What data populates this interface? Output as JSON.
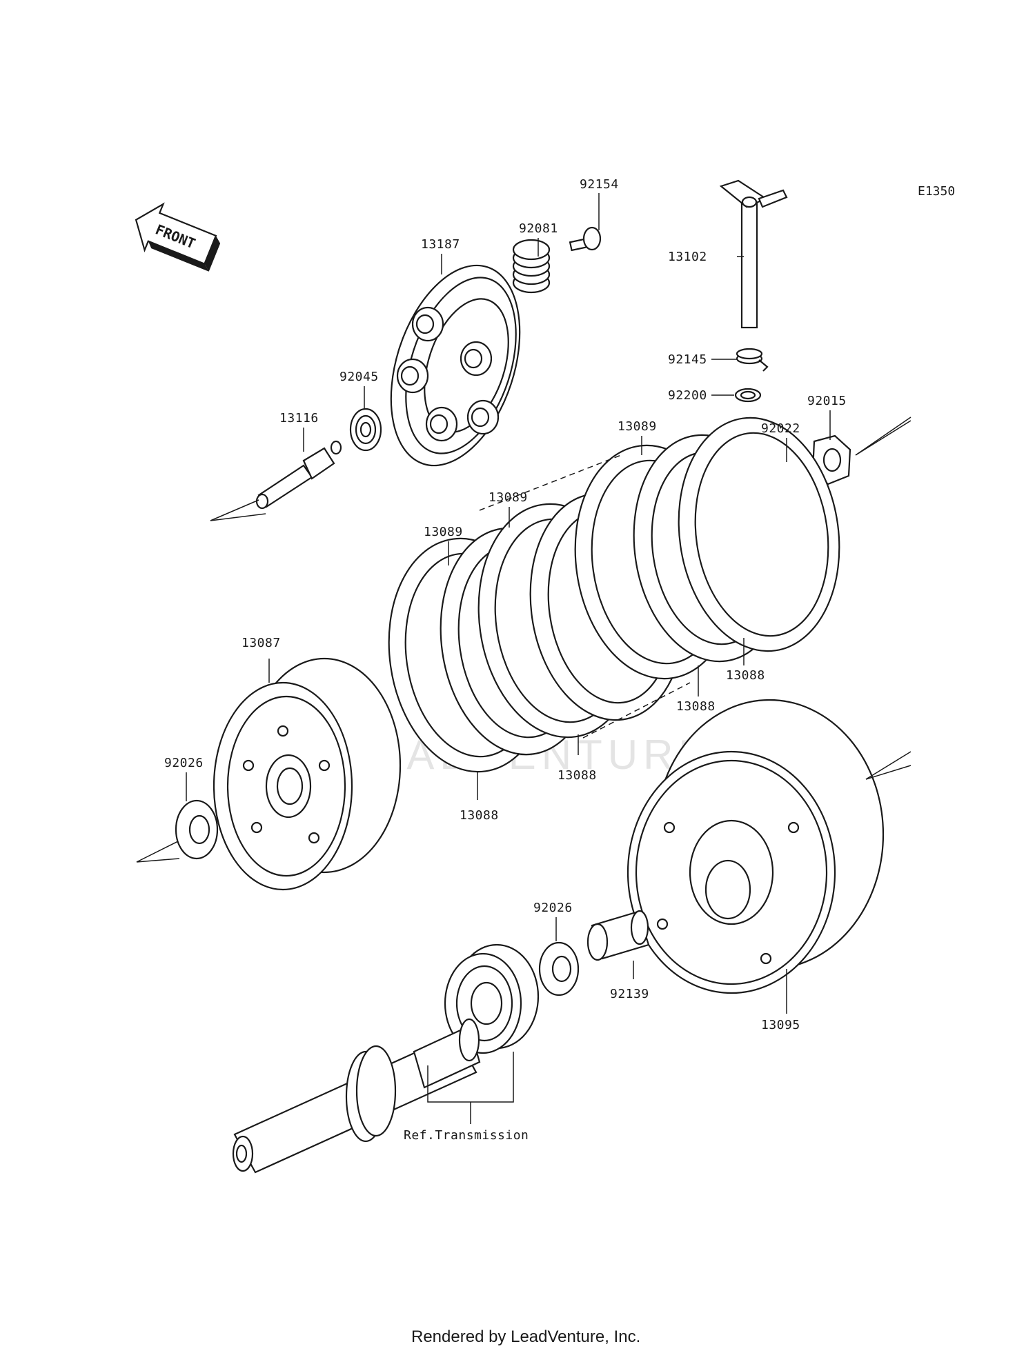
{
  "diagram_code": "E1350",
  "front_label": "FRONT",
  "watermark": "LEADVENTURE",
  "footer": "Rendered by LeadVenture, Inc.",
  "ref_label": "Ref.Transmission",
  "labels": {
    "p92154": "92154",
    "p92081": "92081",
    "p13187": "13187",
    "p13102": "13102",
    "p92145": "92145",
    "p92200": "92200",
    "p92045": "92045",
    "p13116": "13116",
    "p92022": "92022",
    "p92015": "92015",
    "p13089a": "13089",
    "p13089b": "13089",
    "p13089c": "13089",
    "p13087": "13087",
    "p13088a": "13088",
    "p13088b": "13088",
    "p13088c": "13088",
    "p13088d": "13088",
    "p92026a": "92026",
    "p92026b": "92026",
    "p92139": "92139",
    "p13095": "13095"
  }
}
